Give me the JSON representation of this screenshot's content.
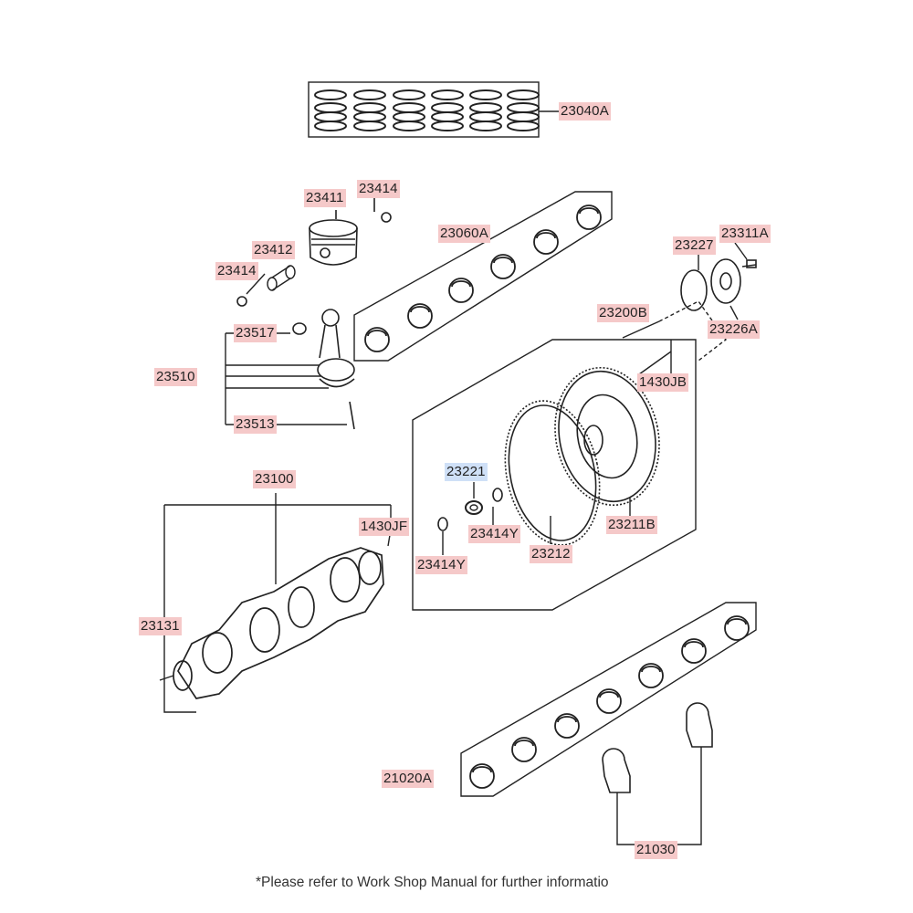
{
  "diagram": {
    "labels": {
      "p23040A": "23040A",
      "p23411": "23411",
      "p23414a": "23414",
      "p23412": "23412",
      "p23414b": "23414",
      "p23060A": "23060A",
      "p23227": "23227",
      "p23311A": "23311A",
      "p23200B": "23200B",
      "p23226A": "23226A",
      "p23517": "23517",
      "p23510": "23510",
      "p1430JB": "1430JB",
      "p23513": "23513",
      "p23221": "23221",
      "p23100": "23100",
      "p1430JF": "1430JF",
      "p23414Ya": "23414Y",
      "p23211B": "23211B",
      "p23212": "23212",
      "p23414Yb": "23414Y",
      "p23131": "23131",
      "p21020A": "21020A",
      "p21030": "21030"
    },
    "highlighted_part": "23221",
    "label_color": "#f5c9c9",
    "highlight_color": "#cfe0f7",
    "footnote": "*Please refer to Work Shop Manual for further informatio"
  }
}
